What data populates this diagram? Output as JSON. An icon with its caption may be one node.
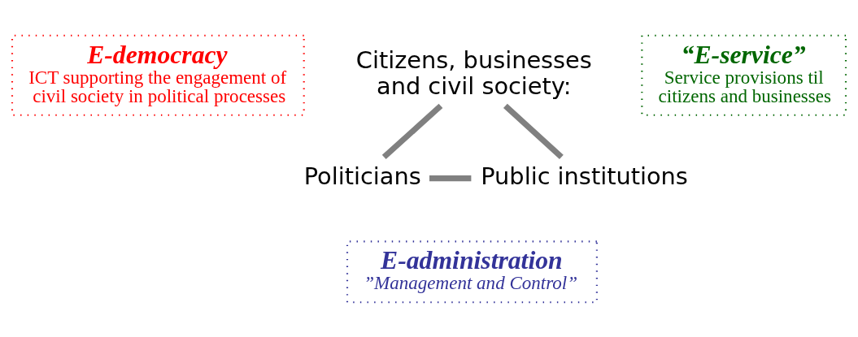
{
  "diagram": {
    "nodes": [
      {
        "text": [
          "Citizens, businesses and civil society:"
        ]
      },
      {
        "text": [
          "E-democracy",
          "ICT supporting the engagement of civil society in political processes"
        ]
      },
      {
        "text": [
          "“E-service”",
          "Service provisions til citizens and businesses"
        ]
      },
      {
        "text": [
          "Politicians"
        ]
      },
      {
        "text": [
          "Public institutions"
        ]
      },
      {
        "text": [
          "E-administration",
          "”Management and Control”"
        ]
      }
    ],
    "edges": [
      {
        "from": 0,
        "to": 3,
        "arrow": "none",
        "color": "#808080"
      },
      {
        "from": 3,
        "to": 4,
        "arrow": "none",
        "color": "#808080"
      },
      {
        "from": 4,
        "to": 0,
        "arrow": "none",
        "color": "#808080"
      }
    ]
  }
}
